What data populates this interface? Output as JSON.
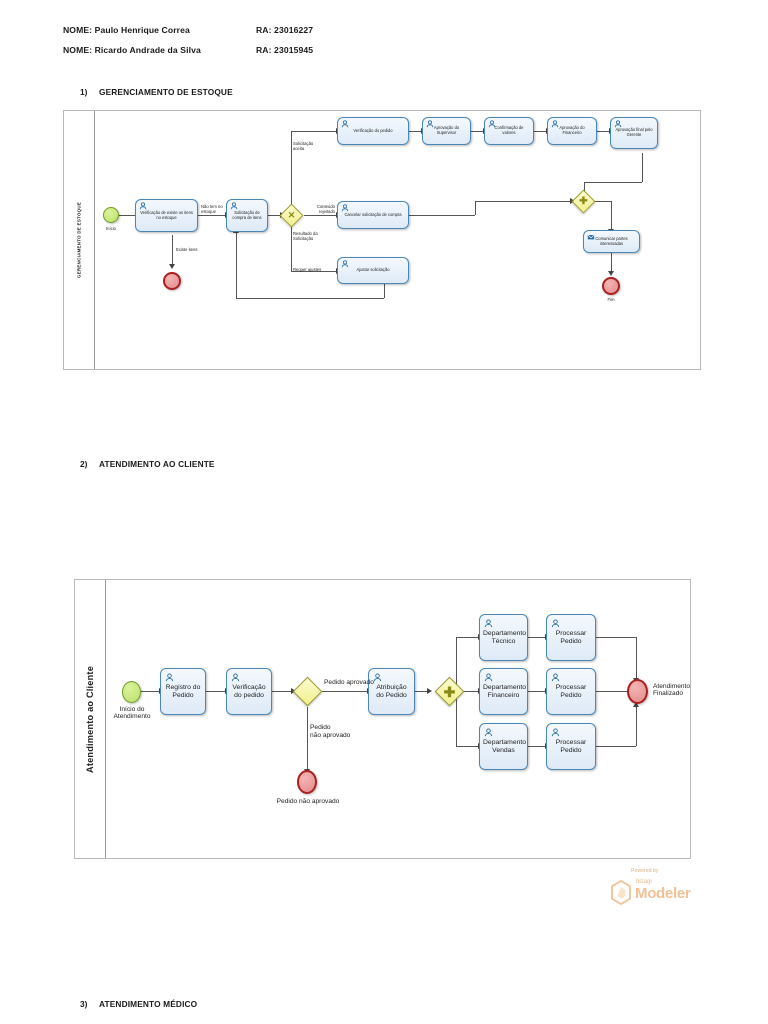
{
  "header": {
    "name1_label": "NOME: Paulo Henrique Correa",
    "ra1_label": "RA: 23016227",
    "name2_label": "NOME: Ricardo Andrade da Silva",
    "ra2_label": "RA: 23015945"
  },
  "sections": [
    {
      "number": "1)",
      "title": "GERENCIAMENTO DE ESTOQUE"
    },
    {
      "number": "2)",
      "title": "ATENDIMENTO AO CLIENTE"
    },
    {
      "number": "3)",
      "title": "ATENDIMENTO MÉDICO"
    }
  ],
  "diagram1": {
    "lane_label": "GERENCIAMENTO DE ESTOQUE",
    "start_event_label": "Início",
    "end_event_left_label": "",
    "end_event_right_label": "Fim",
    "tasks": [
      {
        "id": "t1",
        "label": "Verificação de existe os itens no estoque",
        "icon": "user-task-icon"
      },
      {
        "id": "t2",
        "label": "Solicitação de compra de itens",
        "icon": "user-task-icon"
      },
      {
        "id": "t3",
        "label": "Verificação do pedido",
        "icon": "user-task-icon"
      },
      {
        "id": "t4",
        "label": "Aprovação do Supervisor",
        "icon": "user-task-icon"
      },
      {
        "id": "t5",
        "label": "Confirmação de valores",
        "icon": "user-task-icon"
      },
      {
        "id": "t6",
        "label": "Aprovação do Financeiro",
        "icon": "user-task-icon"
      },
      {
        "id": "t7",
        "label": "Aprovação final pelo Gerente",
        "icon": "user-task-icon"
      },
      {
        "id": "t8",
        "label": "Cancelar solicitação de compra",
        "icon": "user-task-icon"
      },
      {
        "id": "t9",
        "label": "Ajustar solicitação",
        "icon": "user-task-icon"
      },
      {
        "id": "t10",
        "label": "Comunicar partes interessadas",
        "icon": "send-task-icon"
      }
    ],
    "gateways": [
      {
        "id": "g1",
        "type": "exclusive",
        "mark": "✕"
      },
      {
        "id": "g2",
        "type": "parallel",
        "mark": "✚"
      }
    ],
    "flow_labels": {
      "existe_itens": "Existe itens",
      "nao_tem_estoque": "Não tem no estoque",
      "solicitacao_aceita": "Solicitação\naceita",
      "conteudo_rejeitado": "Conteúdo\nrejeitado",
      "resultado_solicitacao": "Resultado da\nSolicitação",
      "requer_ajustes": "Requer ajustes"
    }
  },
  "diagram2": {
    "lane_label": "Atendimento ao Cliente",
    "start_event_label": "Início do\nAtendimento",
    "end_event_reject_label": "Pedido não aprovado",
    "end_event_final_label": "Atendimento\nFinalizado",
    "tasks": [
      {
        "id": "a1",
        "label": "Registro do Pedido",
        "icon": "user-task-icon"
      },
      {
        "id": "a2",
        "label": "Verificação do pedido",
        "icon": "user-task-icon"
      },
      {
        "id": "a3",
        "label": "Atribuição do Pedido",
        "icon": "user-task-icon"
      },
      {
        "id": "a4",
        "label": "Departamento Técnico",
        "icon": "user-task-icon"
      },
      {
        "id": "a5",
        "label": "Processar Pedido",
        "icon": "user-task-icon"
      },
      {
        "id": "a6",
        "label": "Departamento Financeiro",
        "icon": "user-task-icon"
      },
      {
        "id": "a7",
        "label": "Processar Pedido",
        "icon": "user-task-icon"
      },
      {
        "id": "a8",
        "label": "Departamento Vendas",
        "icon": "user-task-icon"
      },
      {
        "id": "a9",
        "label": "Processar Pedido",
        "icon": "user-task-icon"
      }
    ],
    "gateways": [
      {
        "id": "ag1",
        "type": "exclusive",
        "mark": ""
      },
      {
        "id": "ag2",
        "type": "parallel",
        "mark": "✚"
      }
    ],
    "flow_labels": {
      "pedido_aprovado": "Pedido aprovado",
      "pedido_nao_aprovado": "Pedido\nnão aprovado"
    }
  },
  "watermark": {
    "powered_by": "Powered by",
    "brand": "bizagi",
    "product": "Modeler"
  },
  "colors": {
    "task_border": "#4a86b8",
    "task_fill": "#e8f1fa",
    "gateway_fill": "#f2f08a",
    "gateway_border": "#9a9a30",
    "start_event": "#b9e06a",
    "end_event": "#e48a8a",
    "connector": "#555555",
    "watermark": "#f0c194"
  }
}
